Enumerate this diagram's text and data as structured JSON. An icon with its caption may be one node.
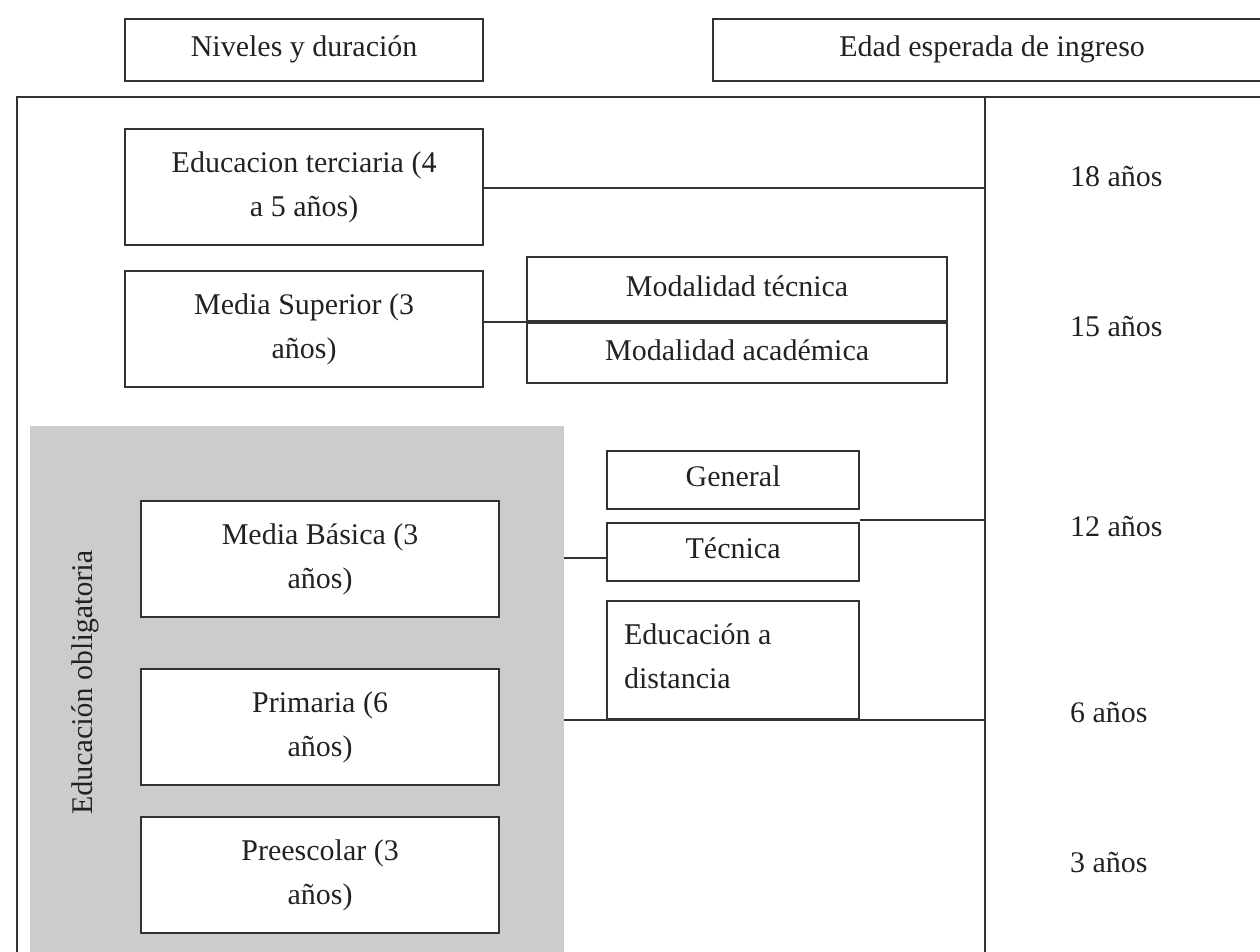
{
  "diagram": {
    "nodes": [
      {
        "text": [
          "Niveles y duración"
        ]
      },
      {
        "text": [
          "Edad esperada de ingreso"
        ]
      },
      {
        "text": [
          "Educacion terciaria (4 a 5 años)"
        ]
      },
      {
        "text": [
          "Media Superior (3 años)"
        ]
      },
      {
        "text": [
          "Modalidad técnica"
        ]
      },
      {
        "text": [
          "Modalidad académica"
        ]
      },
      {
        "text": [
          "Educación obligatoria"
        ]
      },
      {
        "text": [
          "Media Básica (3 años)"
        ],
        "in": 6
      },
      {
        "text": [
          "General"
        ]
      },
      {
        "text": [
          "Técnica"
        ]
      },
      {
        "text": [
          "Educación a distancia"
        ]
      },
      {
        "text": [
          "Primaria (6 años)"
        ],
        "in": 6
      },
      {
        "text": [
          "Preescolar (3 años)"
        ],
        "in": 6
      }
    ],
    "edges": [
      {
        "from": 2,
        "to": null,
        "arrow": "none"
      },
      {
        "from": 3,
        "to": 4,
        "arrow": "none"
      },
      {
        "from": 3,
        "to": 5,
        "arrow": "none"
      },
      {
        "from": 7,
        "to": 9,
        "arrow": "none"
      },
      {
        "from": 8,
        "to": null,
        "arrow": "none"
      },
      {
        "from": 11,
        "to": null,
        "arrow": "none"
      }
    ],
    "labels": [
      "18 años",
      "15 años",
      "12 años",
      "6 años",
      "3 años"
    ]
  }
}
